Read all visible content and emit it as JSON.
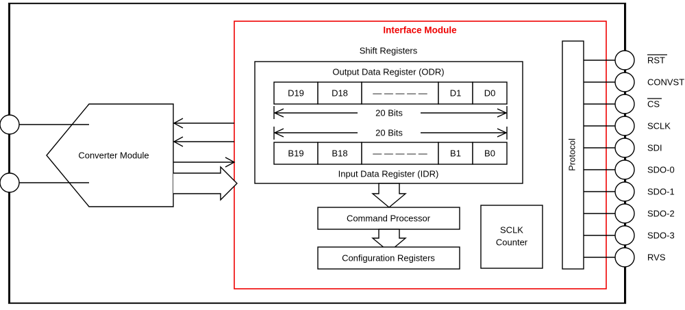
{
  "diagram": {
    "title": "Interface Module",
    "title_color": "#ee0000",
    "converter": {
      "label": "Converter Module"
    },
    "shift_registers": {
      "heading": "Shift Registers",
      "output_register_label": "Output Data Register (ODR)",
      "input_register_label": "Input Data Register (IDR)",
      "output_cells": [
        "D19",
        "D18",
        "— — — — —",
        "D1",
        "D0"
      ],
      "input_cells": [
        "B19",
        "B18",
        "— — — — —",
        "B1",
        "B0"
      ],
      "width_label_top": "20 Bits",
      "width_label_bottom": "20 Bits"
    },
    "blocks": {
      "command_processor": "Command Processor",
      "configuration_registers": "Configuration Registers",
      "sclk_counter_line1": "SCLK",
      "sclk_counter_line2": "Counter",
      "protocol": "Protocol"
    },
    "pins": [
      {
        "label": "RST",
        "overbar": true
      },
      {
        "label": "CONVST",
        "overbar": false
      },
      {
        "label": "CS",
        "overbar": true
      },
      {
        "label": "SCLK",
        "overbar": false
      },
      {
        "label": "SDI",
        "overbar": false
      },
      {
        "label": "SDO-0",
        "overbar": false
      },
      {
        "label": "SDO-1",
        "overbar": false
      },
      {
        "label": "SDO-2",
        "overbar": false
      },
      {
        "label": "SDO-3",
        "overbar": false
      },
      {
        "label": "RVS",
        "overbar": false
      }
    ]
  }
}
